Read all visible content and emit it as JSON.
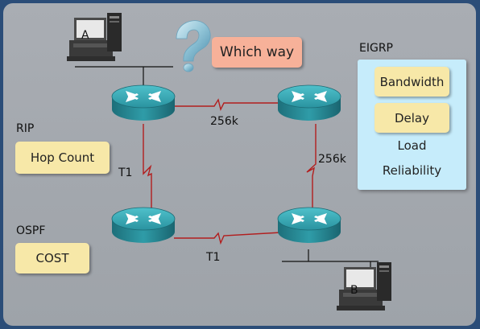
{
  "question": "Which way",
  "hosts": {
    "a_label": "A",
    "b_label": "B"
  },
  "links": {
    "top": "256k",
    "right": "256k",
    "left": "T1",
    "bottom": "T1"
  },
  "protocols": {
    "rip": {
      "label": "RIP",
      "metric": "Hop Count"
    },
    "ospf": {
      "label": "OSPF",
      "metric": "COST"
    },
    "eigrp": {
      "label": "EIGRP",
      "metrics": [
        "Bandwidth",
        "Delay",
        "Load",
        "Reliability"
      ]
    }
  },
  "colors": {
    "background": "#a9adb3",
    "frame": "#2b4d78",
    "router": "#2e9aa6",
    "link": "#b21e1e",
    "metric_box": "#f7e8a8",
    "question_box": "#f7b199",
    "eigrp_panel": "#c6ecfb"
  }
}
